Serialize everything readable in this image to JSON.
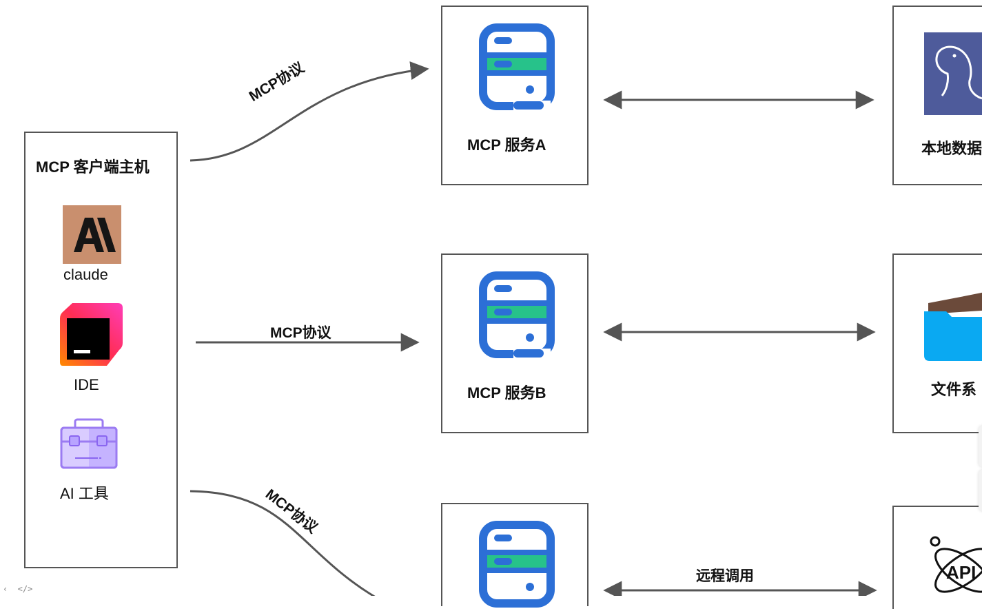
{
  "host": {
    "title": "MCP 客户端主机",
    "apps": [
      {
        "label": "claude",
        "icon": "claude-logo-icon"
      },
      {
        "label": "IDE",
        "icon": "ide-logo-icon"
      },
      {
        "label": "AI 工具",
        "icon": "toolbox-icon"
      }
    ]
  },
  "protocol_labels": [
    "MCP协议",
    "MCP协议",
    "MCP协议"
  ],
  "servers": [
    {
      "label": "MCP 服务A",
      "icon": "server-icon"
    },
    {
      "label": "MCP 服务B",
      "icon": "server-icon"
    },
    {
      "label": "",
      "icon": "server-icon"
    }
  ],
  "resources": [
    {
      "label": "本地数据",
      "icon": "mysql-dolphin-icon"
    },
    {
      "label": "文件系",
      "icon": "folder-icon"
    },
    {
      "label": "",
      "icon": "api-icon",
      "icon_text": "API"
    }
  ],
  "remote_call_label": "远程调用",
  "colors": {
    "server_blue": "#2c6fd6",
    "server_green": "#27c28a",
    "claude_bg": "#c98f6e",
    "mysql_bg": "#4e5b9b",
    "folder_blue": "#0aa9f2",
    "toolbox_purple": "#9b7bf2"
  }
}
